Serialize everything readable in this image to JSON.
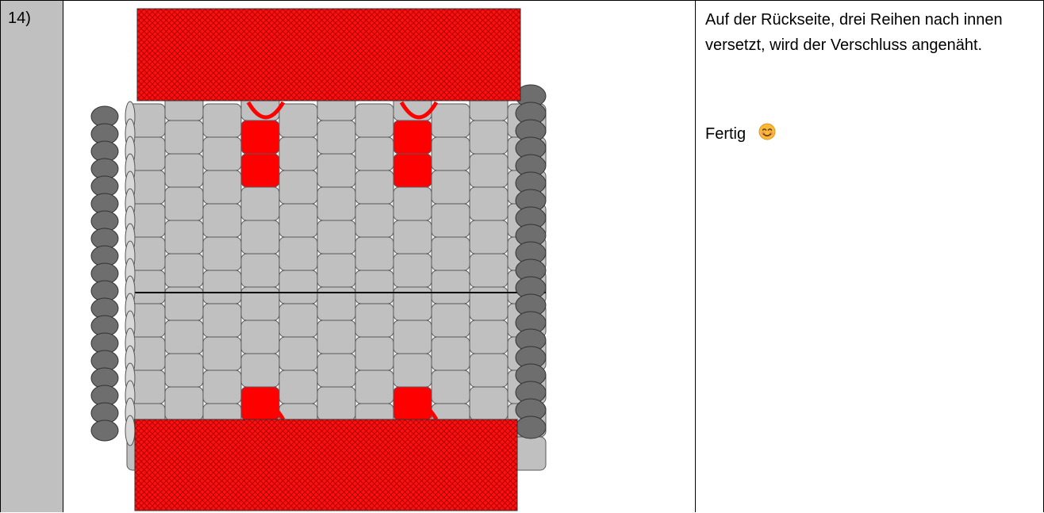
{
  "step": {
    "number": "14)"
  },
  "instructions": {
    "text": "Auf der Rückseite, drei Reihen nach innen versetzt, wird der Verschluss angenäht.",
    "finish_label": "Fertig",
    "finish_icon": "smiling-face-icon"
  },
  "figure": {
    "colors": {
      "bead_fill": "#c0c0c0",
      "bead_stroke": "#5a5a5a",
      "edge_bead_fill": "#6e6e6e",
      "clasp_red": "#ff0000",
      "clasp_hatch": "#c00000",
      "step_column": "#c0c0c0"
    },
    "icons": {
      "clasp_top": "clasp-bar-top",
      "clasp_bottom": "clasp-bar-bottom"
    }
  }
}
